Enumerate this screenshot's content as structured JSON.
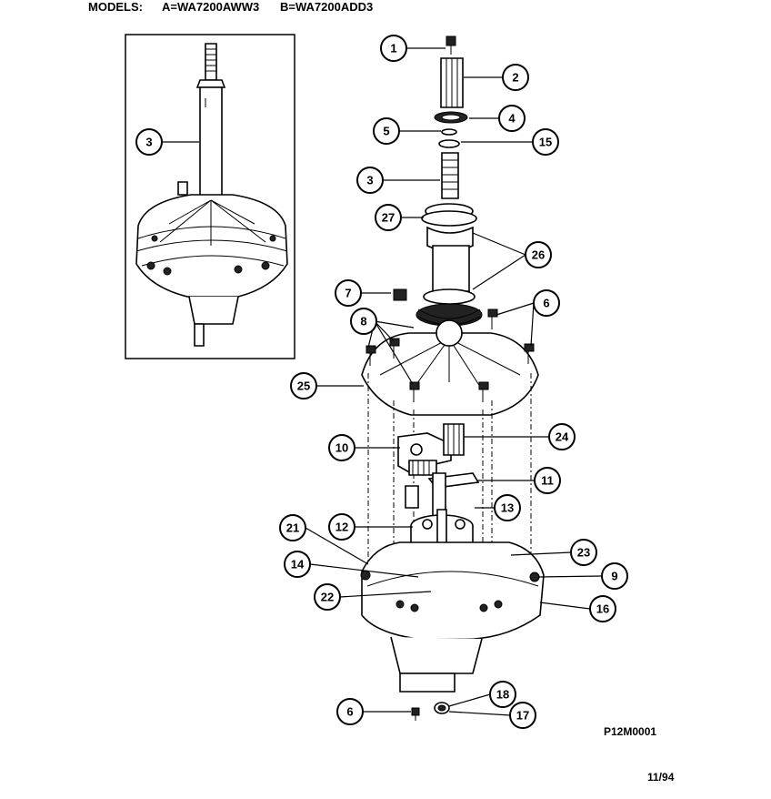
{
  "header": {
    "models_label": "MODELS:",
    "model_a": "A=WA7200AWW3",
    "model_b": "B=WA7200ADD3"
  },
  "diagram_code": "P12M0001",
  "date_code": "11/94",
  "callouts": [
    {
      "id": "c1",
      "label": "1"
    },
    {
      "id": "c2",
      "label": "2"
    },
    {
      "id": "c4",
      "label": "4"
    },
    {
      "id": "c5",
      "label": "5"
    },
    {
      "id": "c15",
      "label": "15"
    },
    {
      "id": "c3-inset",
      "label": "3"
    },
    {
      "id": "c3-main",
      "label": "3"
    },
    {
      "id": "c27",
      "label": "27"
    },
    {
      "id": "c26",
      "label": "26"
    },
    {
      "id": "c7",
      "label": "7"
    },
    {
      "id": "c6-top",
      "label": "6"
    },
    {
      "id": "c8",
      "label": "8"
    },
    {
      "id": "c25",
      "label": "25"
    },
    {
      "id": "c10",
      "label": "10"
    },
    {
      "id": "c24",
      "label": "24"
    },
    {
      "id": "c11",
      "label": "11"
    },
    {
      "id": "c13",
      "label": "13"
    },
    {
      "id": "c21",
      "label": "21"
    },
    {
      "id": "c12",
      "label": "12"
    },
    {
      "id": "c23",
      "label": "23"
    },
    {
      "id": "c14",
      "label": "14"
    },
    {
      "id": "c9",
      "label": "9"
    },
    {
      "id": "c22",
      "label": "22"
    },
    {
      "id": "c16",
      "label": "16"
    },
    {
      "id": "c18",
      "label": "18"
    },
    {
      "id": "c6-bottom",
      "label": "6"
    },
    {
      "id": "c17",
      "label": "17"
    }
  ]
}
